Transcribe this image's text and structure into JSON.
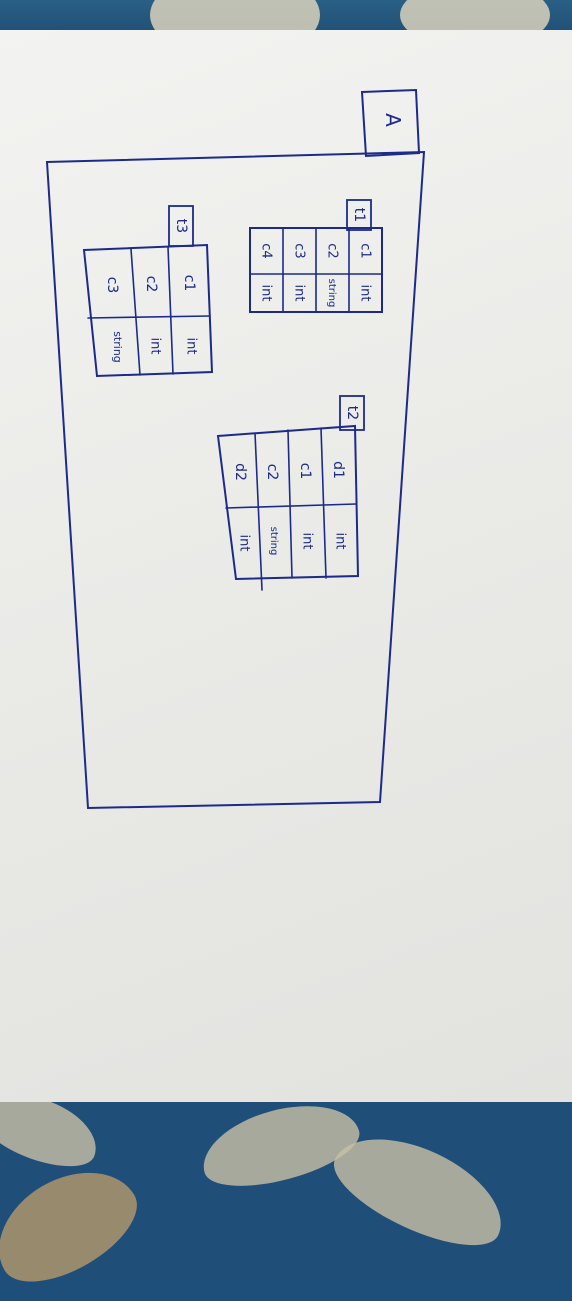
{
  "diagram": {
    "container_label": "A",
    "tables": [
      {
        "name": "t1",
        "rows": [
          {
            "column": "c1",
            "type": "int"
          },
          {
            "column": "c2",
            "type": "string"
          },
          {
            "column": "c3",
            "type": "int"
          },
          {
            "column": "c4",
            "type": "int"
          }
        ]
      },
      {
        "name": "t2",
        "rows": [
          {
            "column": "d1",
            "type": "int"
          },
          {
            "column": "c1",
            "type": "int"
          },
          {
            "column": "c2",
            "type": "string"
          },
          {
            "column": "d2",
            "type": "int"
          }
        ]
      },
      {
        "name": "t3",
        "rows": [
          {
            "column": "c1",
            "type": "int"
          },
          {
            "column": "c2",
            "type": "int"
          },
          {
            "column": "c3",
            "type": "string"
          }
        ]
      }
    ]
  },
  "colors": {
    "ink": "#1d2a8a",
    "paper": "#ececea",
    "background": "#1e4f7a"
  }
}
